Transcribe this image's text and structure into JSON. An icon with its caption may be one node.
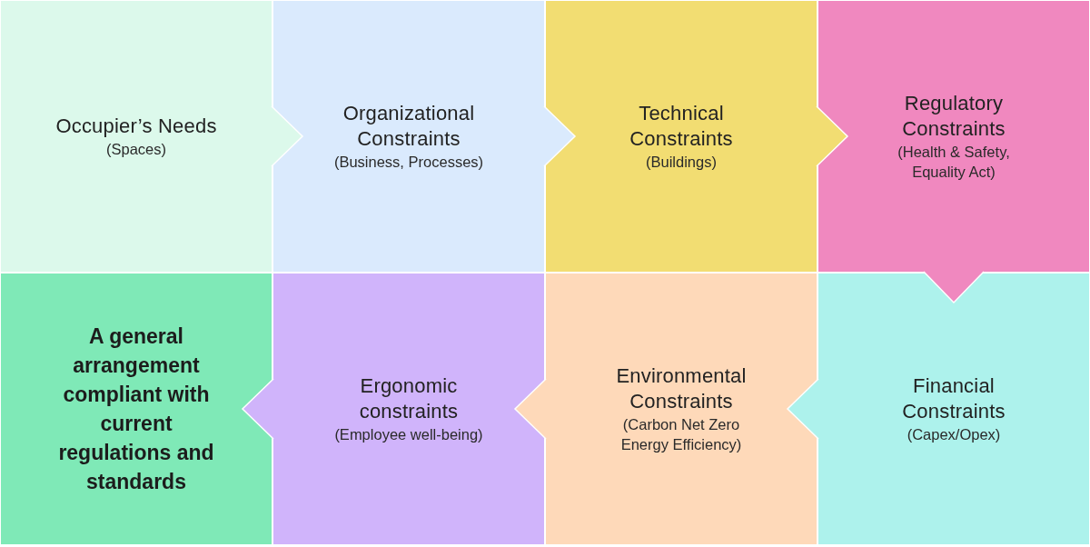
{
  "diagram": {
    "nodes": [
      {
        "text": [
          "Occupier’s Needs",
          "(Spaces)"
        ]
      },
      {
        "text": [
          "Organizational Constraints",
          "(Business, Processes)"
        ]
      },
      {
        "text": [
          "Technical Constraints",
          "(Buildings)"
        ]
      },
      {
        "text": [
          "Regulatory Constraints",
          "(Health & Safety, Equality Act)"
        ]
      },
      {
        "text": [
          "A general arrangement compliant with current regulations and standards"
        ]
      },
      {
        "text": [
          "Ergonomic constraints",
          "(Employee well-being)"
        ]
      },
      {
        "text": [
          "Environmental Constraints",
          "(Carbon Net Zero Energy Efficiency)"
        ]
      },
      {
        "text": [
          "Financial Constraints",
          "(Capex/Opex)"
        ]
      }
    ],
    "edges": [
      {
        "from": 0,
        "to": 1,
        "arrow": "to"
      },
      {
        "from": 1,
        "to": 2,
        "arrow": "to"
      },
      {
        "from": 2,
        "to": 3,
        "arrow": "to"
      },
      {
        "from": 3,
        "to": 7,
        "arrow": "to"
      },
      {
        "from": 7,
        "to": 6,
        "arrow": "to"
      },
      {
        "from": 6,
        "to": 5,
        "arrow": "to"
      },
      {
        "from": 5,
        "to": 4,
        "arrow": "to"
      }
    ]
  }
}
